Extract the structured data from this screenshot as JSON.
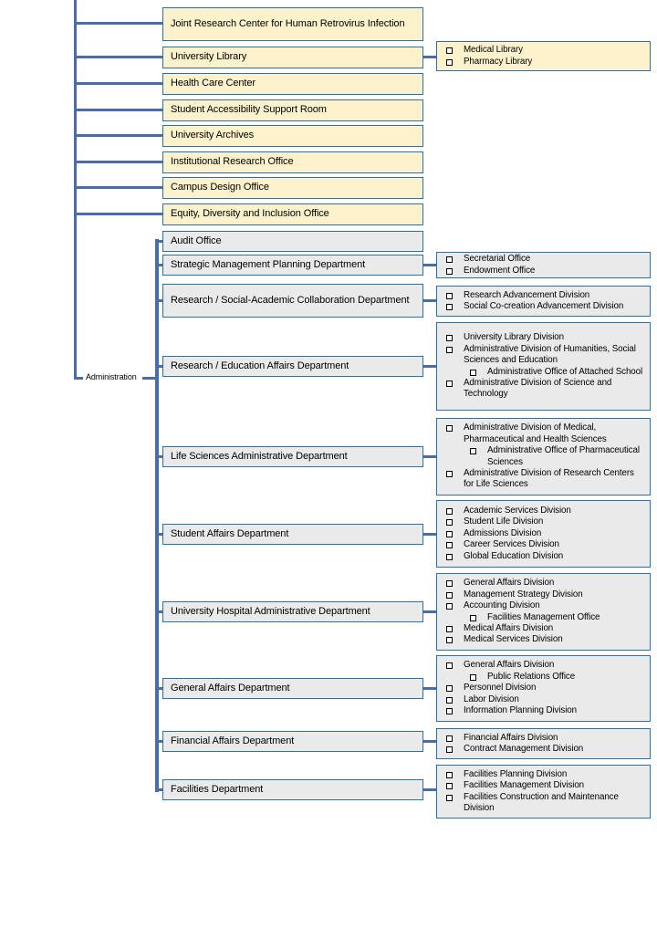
{
  "admin_label": "Administration",
  "colors": {
    "connector_line": "#4a6da7",
    "box_border": "#2a72a6",
    "unit_fill": "#fdf2cc",
    "dept_fill": "#eaeaea",
    "text": "#000000"
  },
  "independent_units": [
    "Joint Research Center for Human Retrovirus Infection",
    "University Library",
    "Health Care Center",
    "Student Accessibility Support Room",
    "University Archives",
    "Institutional Research Office",
    "Campus Design Office",
    "Equity, Diversity and Inclusion Office"
  ],
  "departments": [
    "Audit Office",
    "Strategic Management Planning Department",
    "Research / Social-Academic Collaboration Department",
    "Research / Education Affairs Department",
    "Life Sciences Administrative Department",
    "Student Affairs Department",
    "University Hospital Administrative Department",
    "General Affairs Department",
    "Financial Affairs Department",
    "Facilities Department"
  ],
  "detail_boxes": [
    {
      "parent": "University Library",
      "items": [
        {
          "level": 1,
          "text": "Medical Library"
        },
        {
          "level": 1,
          "text": "Pharmacy Library"
        }
      ]
    },
    {
      "parent": "Strategic Management Planning Department",
      "items": [
        {
          "level": 1,
          "text": "Secretarial Office"
        },
        {
          "level": 1,
          "text": "Endowment Office"
        }
      ]
    },
    {
      "parent": "Research / Social-Academic Collaboration Department",
      "items": [
        {
          "level": 1,
          "text": "Research Advancement Division"
        },
        {
          "level": 1,
          "text": "Social Co-creation Advancement Division"
        }
      ]
    },
    {
      "parent": "Research / Education Affairs Department",
      "items": [
        {
          "level": 1,
          "text": "University Library Division"
        },
        {
          "level": 1,
          "text": "Administrative Division of Humanities, Social Sciences and Education"
        },
        {
          "level": 2,
          "text": "Administrative Office of Attached School"
        },
        {
          "level": 1,
          "text": "Administrative Division of Science and Technology"
        }
      ]
    },
    {
      "parent": "Life Sciences Administrative Department",
      "items": [
        {
          "level": 1,
          "text": "Administrative Division of Medical, Pharmaceutical and Health Sciences"
        },
        {
          "level": 2,
          "text": "Administrative Office of Pharmaceutical Sciences"
        },
        {
          "level": 1,
          "text": "Administrative Division of Research Centers for Life Sciences"
        }
      ]
    },
    {
      "parent": "Student Affairs Department",
      "items": [
        {
          "level": 1,
          "text": "Academic Services Division"
        },
        {
          "level": 1,
          "text": "Student Life Division"
        },
        {
          "level": 1,
          "text": "Admissions Division"
        },
        {
          "level": 1,
          "text": "Career Services Division"
        },
        {
          "level": 1,
          "text": "Global Education Division"
        }
      ]
    },
    {
      "parent": "University Hospital Administrative Department",
      "items": [
        {
          "level": 1,
          "text": "General Affairs Division"
        },
        {
          "level": 1,
          "text": "Management Strategy Division"
        },
        {
          "level": 1,
          "text": "Accounting Division"
        },
        {
          "level": 2,
          "text": "Facilities Management Office"
        },
        {
          "level": 1,
          "text": "Medical Affairs Division"
        },
        {
          "level": 1,
          "text": "Medical Services Division"
        }
      ]
    },
    {
      "parent": "General Affairs Department",
      "items": [
        {
          "level": 1,
          "text": "General Affairs Division"
        },
        {
          "level": 2,
          "text": "Public Relations Office"
        },
        {
          "level": 1,
          "text": "Personnel Division"
        },
        {
          "level": 1,
          "text": "Labor Division"
        },
        {
          "level": 1,
          "text": "Information Planning Division"
        }
      ]
    },
    {
      "parent": "Financial Affairs Department",
      "items": [
        {
          "level": 1,
          "text": "Financial Affairs Division"
        },
        {
          "level": 1,
          "text": "Contract Management Division"
        }
      ]
    },
    {
      "parent": "Facilities Department",
      "items": [
        {
          "level": 1,
          "text": "Facilities Planning Division"
        },
        {
          "level": 1,
          "text": "Facilities Management Division"
        },
        {
          "level": 1,
          "text": "Facilities Construction and Maintenance Division"
        }
      ]
    }
  ]
}
